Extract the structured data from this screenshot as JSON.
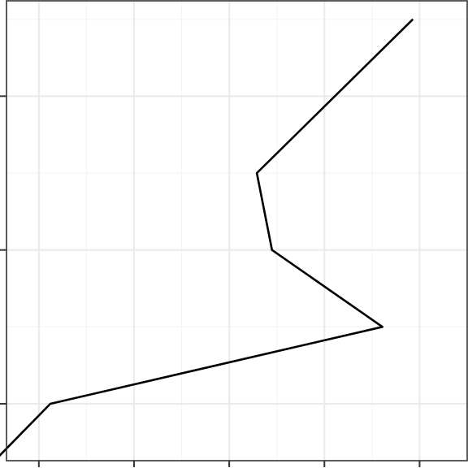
{
  "chart_data": {
    "type": "line",
    "title": "",
    "xlabel": "",
    "ylabel": "",
    "grid": true,
    "legend": "none",
    "xlim": [
      -0.34,
      4.5
    ],
    "ylim": [
      0.63,
      3.62
    ],
    "x_major_ticks": [
      0,
      1,
      2,
      3,
      4
    ],
    "y_major_ticks": [
      1,
      2,
      3
    ],
    "tick_labels_shown": false,
    "series": [
      {
        "x": [
          -0.67,
          0.12,
          3.61,
          2.45,
          2.29,
          3.93
        ],
        "y": [
          0.5,
          1.0,
          1.5,
          2.0,
          2.5,
          3.5
        ],
        "color": "#000000"
      }
    ]
  },
  "colors": {
    "background": "#ffffff",
    "panel_border": "#333333",
    "grid_major": "#ebebeb",
    "grid_minor": "#f4f4f4",
    "tick": "#333333",
    "line": "#000000"
  }
}
